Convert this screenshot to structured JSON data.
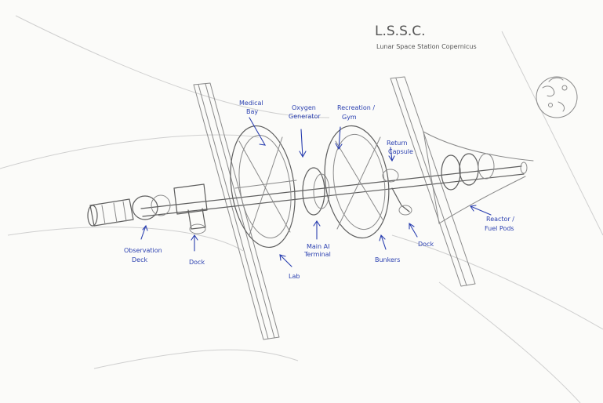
{
  "title": "L.S.S.C.",
  "subtitle": "Lunar Space Station Copernicus",
  "labels": {
    "medical_bay": [
      "Medical",
      "Bay"
    ],
    "oxygen_generator": [
      "Oxygen",
      "Generator"
    ],
    "recreation_gym": [
      "Recreation /",
      "Gym"
    ],
    "return_capsule": [
      "Return",
      "Capsule"
    ],
    "observation_deck": [
      "Observation",
      "Deck"
    ],
    "dock_left": "Dock",
    "lab": "Lab",
    "main_ai_terminal": [
      "Main AI",
      "Terminal"
    ],
    "bunkers": "Bunkers",
    "dock_right": "Dock",
    "reactor_fuel_pods": [
      "Reactor /",
      "Fuel Pods"
    ]
  },
  "colors": {
    "paper": "#fbfbf9",
    "pencil": "#8a8a8a",
    "ink": "#2a3fb0"
  },
  "icons": {
    "moon": "moon-sketch-icon"
  }
}
